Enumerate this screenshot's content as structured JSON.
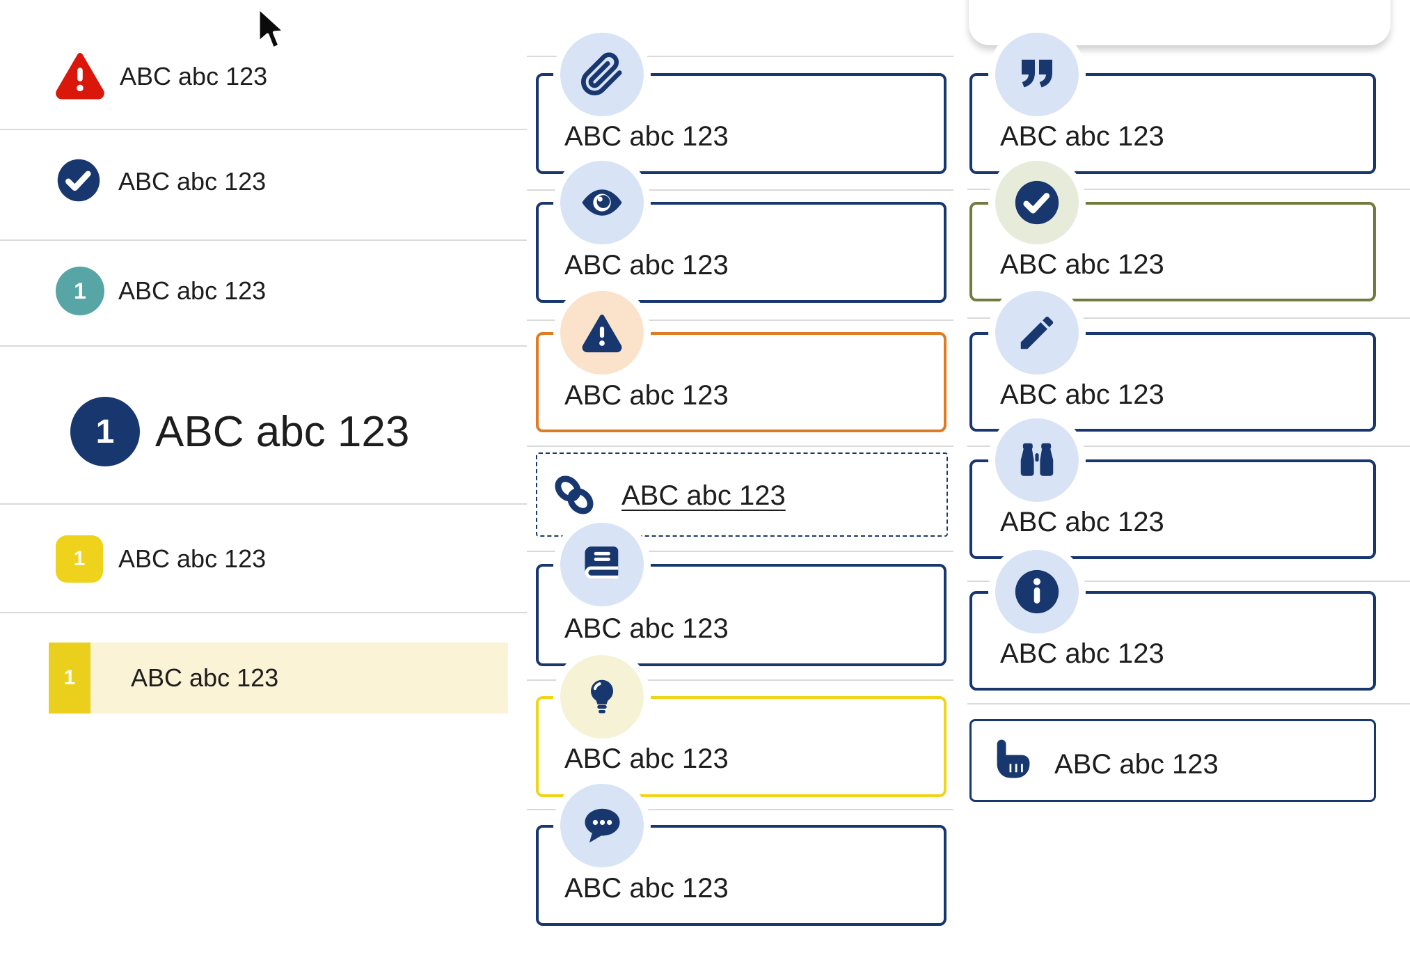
{
  "palette": {
    "navy": "#17376e",
    "red": "#da170b",
    "teal": "#57a5a5",
    "yellow_badge": "#eed21c",
    "yellow_tab": "#ead01d",
    "pale_yellow_highlight": "#faf3d6",
    "orange_border": "#df7b22",
    "olive_border": "#6f7c3e",
    "yellow_border": "#efd51a",
    "light_blue_badge": "#d8e3f6",
    "peach_badge": "#fbe2ca",
    "pale_yellow_badge": "#f6f2d5",
    "pale_green_badge": "#e7ecda",
    "divider_gray": "#d9d9d9",
    "text": "#1d1d1d"
  },
  "left_panel": {
    "row_warning": {
      "icon": "warning-triangle-icon",
      "label": "ABC abc 123"
    },
    "row_check": {
      "icon": "check-circle-icon",
      "label": "ABC abc 123"
    },
    "row_teal_number": {
      "icon": "teal-number-badge",
      "number": "1",
      "label": "ABC abc 123"
    },
    "heading_row": {
      "icon": "navy-number-badge",
      "number": "1",
      "label": "ABC abc 123"
    },
    "row_yellow_number": {
      "icon": "yellow-number-badge",
      "number": "1",
      "label": "ABC abc 123"
    },
    "row_highlighted": {
      "icon": "yellow-number-tab",
      "number": "1",
      "label": "ABC abc 123",
      "highlighted": true
    }
  },
  "middle_callouts": {
    "attachment": {
      "icon": "paperclip-icon",
      "label": "ABC abc 123",
      "variant": "navy"
    },
    "preview": {
      "icon": "eye-icon",
      "label": "ABC abc 123",
      "variant": "navy"
    },
    "warning": {
      "icon": "warning-triangle-icon",
      "label": "ABC abc 123",
      "variant": "orange"
    },
    "link": {
      "icon": "chain-link-icon",
      "label": "ABC abc 123",
      "variant": "dashed-link"
    },
    "reading": {
      "icon": "book-icon",
      "label": "ABC abc 123",
      "variant": "navy"
    },
    "tip": {
      "icon": "lightbulb-icon",
      "label": "ABC abc 123",
      "variant": "yellow"
    },
    "discussion": {
      "icon": "speech-bubble-icon",
      "label": "ABC abc 123",
      "variant": "navy"
    }
  },
  "right_callouts": {
    "quote": {
      "icon": "quote-icon",
      "label": "ABC abc 123",
      "variant": "navy"
    },
    "success": {
      "icon": "check-circle-icon",
      "label": "ABC abc 123",
      "variant": "olive"
    },
    "edit": {
      "icon": "pencil-icon",
      "label": "ABC abc 123",
      "variant": "navy"
    },
    "explore": {
      "icon": "binoculars-icon",
      "label": "ABC abc 123",
      "variant": "navy"
    },
    "info": {
      "icon": "info-icon",
      "label": "ABC abc 123",
      "variant": "navy"
    },
    "action": {
      "icon": "hand-pointer-icon",
      "label": "ABC abc 123",
      "variant": "inline-hand"
    }
  }
}
